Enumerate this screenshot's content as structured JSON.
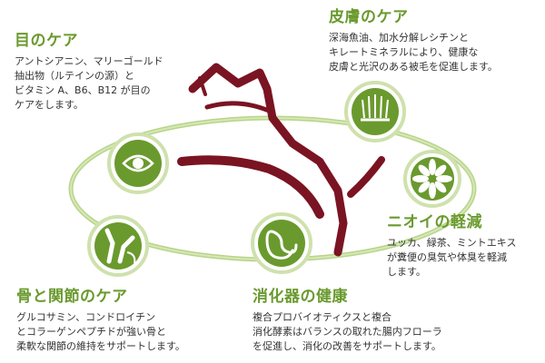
{
  "colors": {
    "green": "#6a9a2e",
    "green_light": "#9cc45a",
    "maroon": "#7a1422",
    "text": "#333333",
    "ring": "#8fbc4a"
  },
  "features": {
    "eye": {
      "title": "目のケア",
      "icon": "eye-icon",
      "lines": [
        "アントシアニン、マリーゴールド",
        "抽出物（ルテインの源）と",
        "ビタミン A、B6、B12 が目の",
        "ケアをします。"
      ]
    },
    "skin": {
      "title": "皮膚のケア",
      "icon": "skin-hair-icon",
      "lines": [
        "深海魚油、加水分解レシチンと",
        "キレートミネラルにより、健康な",
        "皮膚と光沢のある被毛を促進します。"
      ]
    },
    "odor": {
      "title": "ニオイの軽減",
      "icon": "flower-icon",
      "lines": [
        "ユッカ、緑茶、ミントエキス",
        "が糞便の臭気や体臭を軽減",
        "します。"
      ]
    },
    "joint": {
      "title": "骨と関節のケア",
      "icon": "joint-icon",
      "lines": [
        "グルコサミン、コンドロイチン",
        "とコラーゲンペプチドが強い骨と",
        "柔軟な関節の維持をサポートします。"
      ]
    },
    "digestion": {
      "title": "消化器の健康",
      "icon": "intestine-icon",
      "lines": [
        "複合プロバイオティクスと複合",
        "消化酵素はバランスの取れた腸内フローラ",
        "を促進し、消化の改善をサポートします。"
      ]
    }
  }
}
